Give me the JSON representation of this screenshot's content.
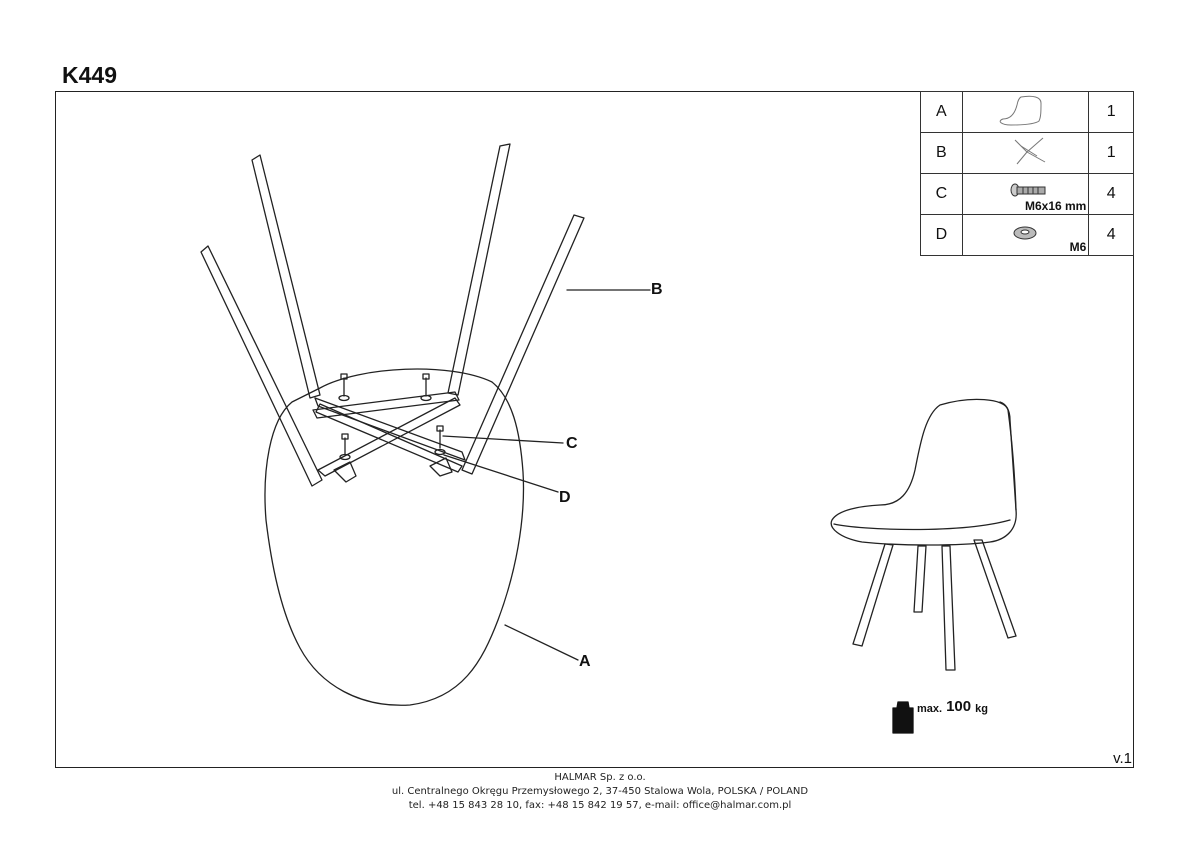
{
  "title": "K449",
  "parts": [
    {
      "letter": "A",
      "icon": "chair-seat-icon",
      "spec": "",
      "qty": "1"
    },
    {
      "letter": "B",
      "icon": "chair-legs-frame-icon",
      "spec": "",
      "qty": "1"
    },
    {
      "letter": "C",
      "icon": "bolt-icon",
      "spec": "M6x16 mm",
      "qty": "4"
    },
    {
      "letter": "D",
      "icon": "washer-icon",
      "spec": "M6",
      "qty": "4"
    }
  ],
  "callouts": {
    "a": "A",
    "b": "B",
    "c": "C",
    "d": "D"
  },
  "max_load": {
    "label": "max.",
    "value": "100",
    "unit": "kg"
  },
  "version": "v.1",
  "footer": {
    "company": "HALMAR Sp. z o.o.",
    "address": "ul. Centralnego Okręgu Przemysłowego 2, 37-450 Stalowa Wola, POLSKA / POLAND",
    "contact": "tel. +48 15 843 28 10, fax: +48 15 842 19 57, e-mail: office@halmar.com.pl"
  }
}
